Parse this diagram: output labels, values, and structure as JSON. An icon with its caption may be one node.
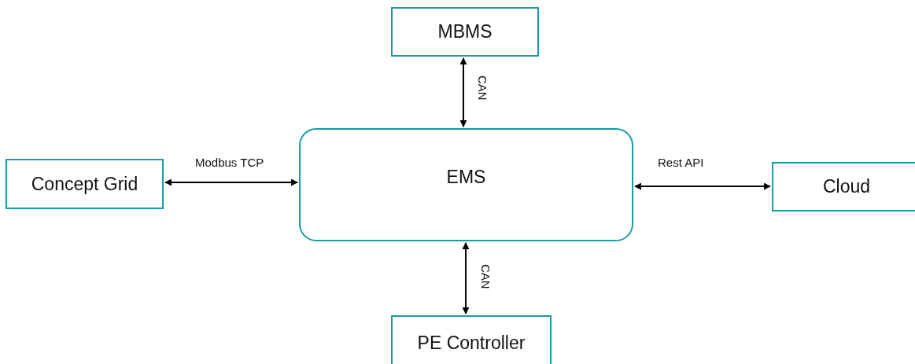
{
  "diagram": {
    "nodes": [
      {
        "text": [
          "MBMS"
        ]
      },
      {
        "text": [
          "Concept Grid"
        ]
      },
      {
        "text": [
          "EMS"
        ]
      },
      {
        "text": [
          "Cloud"
        ]
      },
      {
        "text": [
          "PE Controller"
        ]
      }
    ],
    "edges": [
      {
        "from": 0,
        "to": 2,
        "arrow": "both",
        "label": "CAN"
      },
      {
        "from": 1,
        "to": 2,
        "arrow": "both",
        "label": "Modbus TCP"
      },
      {
        "from": 2,
        "to": 3,
        "arrow": "both",
        "label": "Rest API"
      },
      {
        "from": 2,
        "to": 4,
        "arrow": "both",
        "label": "CAN"
      }
    ]
  }
}
